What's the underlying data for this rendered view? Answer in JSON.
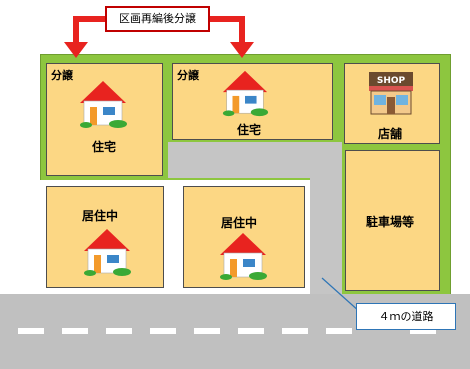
{
  "callout": {
    "text": "区画再編後分譲"
  },
  "lots": {
    "top_left": {
      "tag": "分譲",
      "label": "住宅"
    },
    "top_middle": {
      "tag": "分譲",
      "label": "住宅"
    },
    "top_right": {
      "shop_sign": "SHOP",
      "label": "店舗"
    },
    "bottom_left": {
      "label": "居住中"
    },
    "bottom_middle": {
      "label": "居住中"
    },
    "parking": {
      "label": "駐車場等"
    }
  },
  "road_label": {
    "text": "４ｍの道路"
  },
  "colors": {
    "lot_fill": "#fcd784",
    "green_area": "#8dc63f",
    "road": "#c0c0c0",
    "arrow": "#e8231f",
    "callout_border": "#c00000",
    "road_label_border": "#2e75b6"
  },
  "icons": [
    "house-icon",
    "shop-icon"
  ]
}
